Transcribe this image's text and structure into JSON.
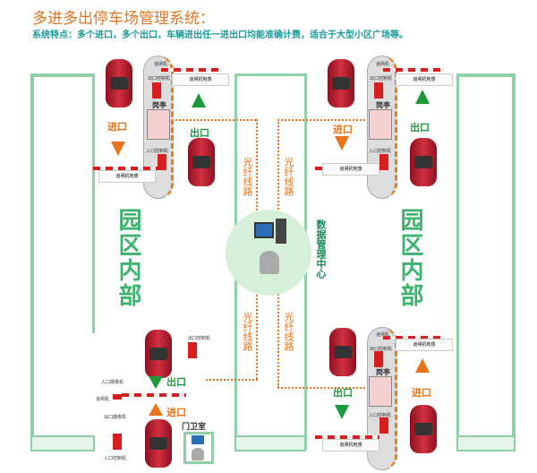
{
  "title": "多进多出停车场管理系统：",
  "subtitle": "系统特点：多个进口，多个出口，车辆进出任一进出口均能准确计费，适合于大型小区广场等。",
  "labels": {
    "gate": "道闸机",
    "exit_ctrl": "出口控制机",
    "entry_ctrl": "入口控制机",
    "loop": "道闸机地感",
    "booth": "岗亭",
    "entry": "进口",
    "exit": "出口",
    "fiber": "光纤线路",
    "center": "数据管理中心",
    "zone": "园区内部",
    "guard": "门卫室",
    "entry_cam": "入口摄像机",
    "exit_cam": "出口摄像机"
  },
  "colors": {
    "title": "#e8731c",
    "subtitle": "#1a9a9a",
    "zone": "#3cb46e",
    "entry_arrow": "#e8731c",
    "exit_arrow": "#1a9a3a",
    "device": "#d81e1e"
  }
}
